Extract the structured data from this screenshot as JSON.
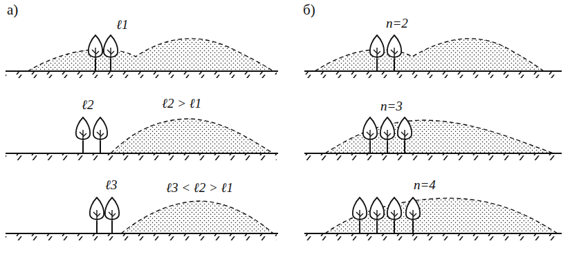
{
  "diagram": {
    "labels": [
      "а)",
      "ℓ1",
      "ℓ2",
      "ℓ2 > ℓ1",
      "ℓ3",
      "ℓ3 < ℓ2 > ℓ1",
      "б)",
      "n=2",
      "n=3",
      "n=4"
    ]
  }
}
